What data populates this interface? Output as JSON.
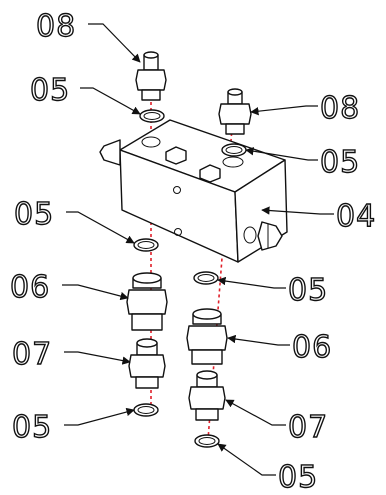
{
  "callouts": {
    "top_fitting_left": "08",
    "top_fitting_right": "08",
    "washer_top_left": "05",
    "washer_top_right": "05",
    "valve_block": "04",
    "washer_mid_left": "05",
    "washer_mid_right": "05",
    "adapter_left": "06",
    "adapter_right": "06",
    "fitting_left": "07",
    "fitting_right": "07",
    "washer_bottom_left": "05",
    "washer_bottom_right": "05"
  },
  "colors": {
    "line": "#111111",
    "axis": "#e0202a",
    "background": "#ffffff"
  }
}
